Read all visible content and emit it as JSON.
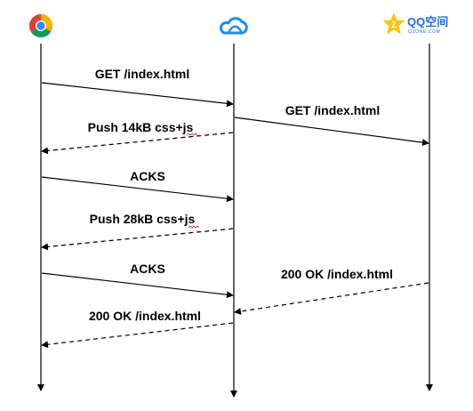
{
  "participants": [
    {
      "id": "chrome",
      "icon": "chrome-browser-icon"
    },
    {
      "id": "cdn",
      "icon": "cloud-icon"
    },
    {
      "id": "qzone",
      "icon": "qzone-logo-icon",
      "logo_text": "QQ空间",
      "logo_sub": "QZONE.COM"
    }
  ],
  "colors": {
    "line": "#000000",
    "chrome_red": "#db4437",
    "chrome_yellow": "#f4b400",
    "chrome_green": "#0f9d58",
    "chrome_blue": "#4285f4",
    "cloud_blue": "#1e8bf0",
    "qzone_yellow": "#f7c31f",
    "qzone_blue": "#1f6fd0",
    "squiggle": "#e02020"
  },
  "messages": [
    {
      "label": "GET /index.html",
      "from": "chrome",
      "to": "cdn",
      "style": "solid"
    },
    {
      "label": "GET /index.html",
      "from": "cdn",
      "to": "qzone",
      "style": "solid"
    },
    {
      "label": "Push 14kB css+js",
      "from": "cdn",
      "to": "chrome",
      "style": "dashed"
    },
    {
      "label": "ACKS",
      "from": "chrome",
      "to": "cdn",
      "style": "solid"
    },
    {
      "label": "Push 28kB css+js",
      "from": "cdn",
      "to": "chrome",
      "style": "dashed"
    },
    {
      "label": "ACKS",
      "from": "chrome",
      "to": "cdn",
      "style": "solid"
    },
    {
      "label": "200 OK /index.html",
      "from": "qzone",
      "to": "cdn",
      "style": "dashed"
    },
    {
      "label": "200 OK /index.html",
      "from": "cdn",
      "to": "chrome",
      "style": "dashed"
    }
  ]
}
